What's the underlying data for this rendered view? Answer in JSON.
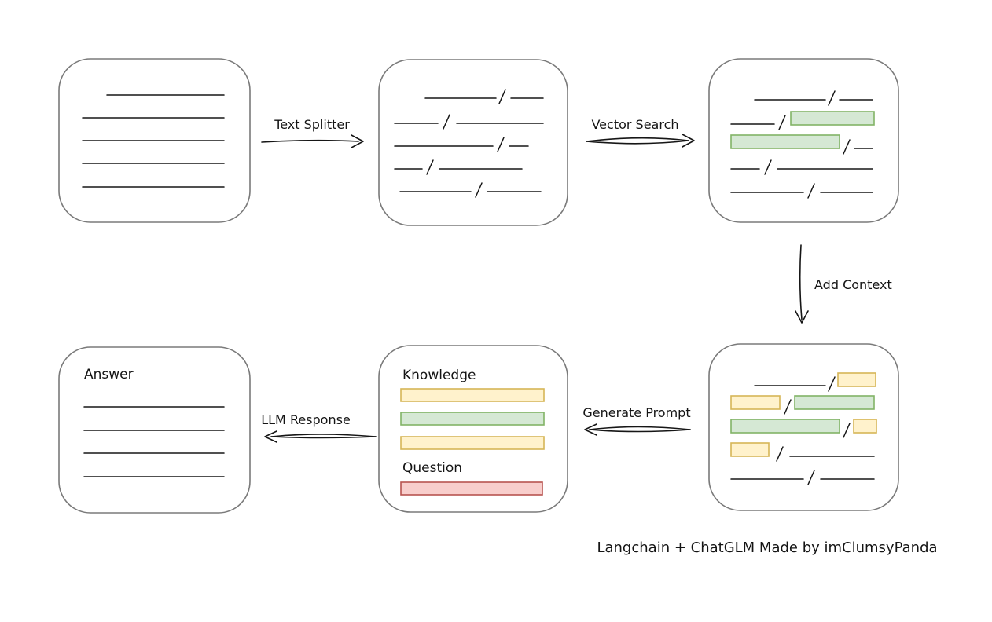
{
  "diagram": {
    "caption": "Langchain + ChatGLM Made by imClumsyPanda",
    "arrow_labels": {
      "text_splitter": "Text Splitter",
      "vector_search": "Vector Search",
      "add_context": "Add Context",
      "generate_prompt": "Generate Prompt",
      "llm_response": "LLM Response"
    },
    "prompt_box": {
      "knowledge_label": "Knowledge",
      "question_label": "Question"
    },
    "answer_box": {
      "label": "Answer"
    },
    "colors": {
      "background": "#ffffff",
      "box_stroke": "#7a7a7a",
      "ink": "#161616",
      "highlight_green_fill": "#d5e8d4",
      "highlight_green_stroke": "#82b366",
      "highlight_yellow_fill": "#fff2cc",
      "highlight_yellow_stroke": "#d6b656",
      "highlight_red_fill": "#f8cecc",
      "highlight_red_stroke": "#b85450"
    }
  }
}
